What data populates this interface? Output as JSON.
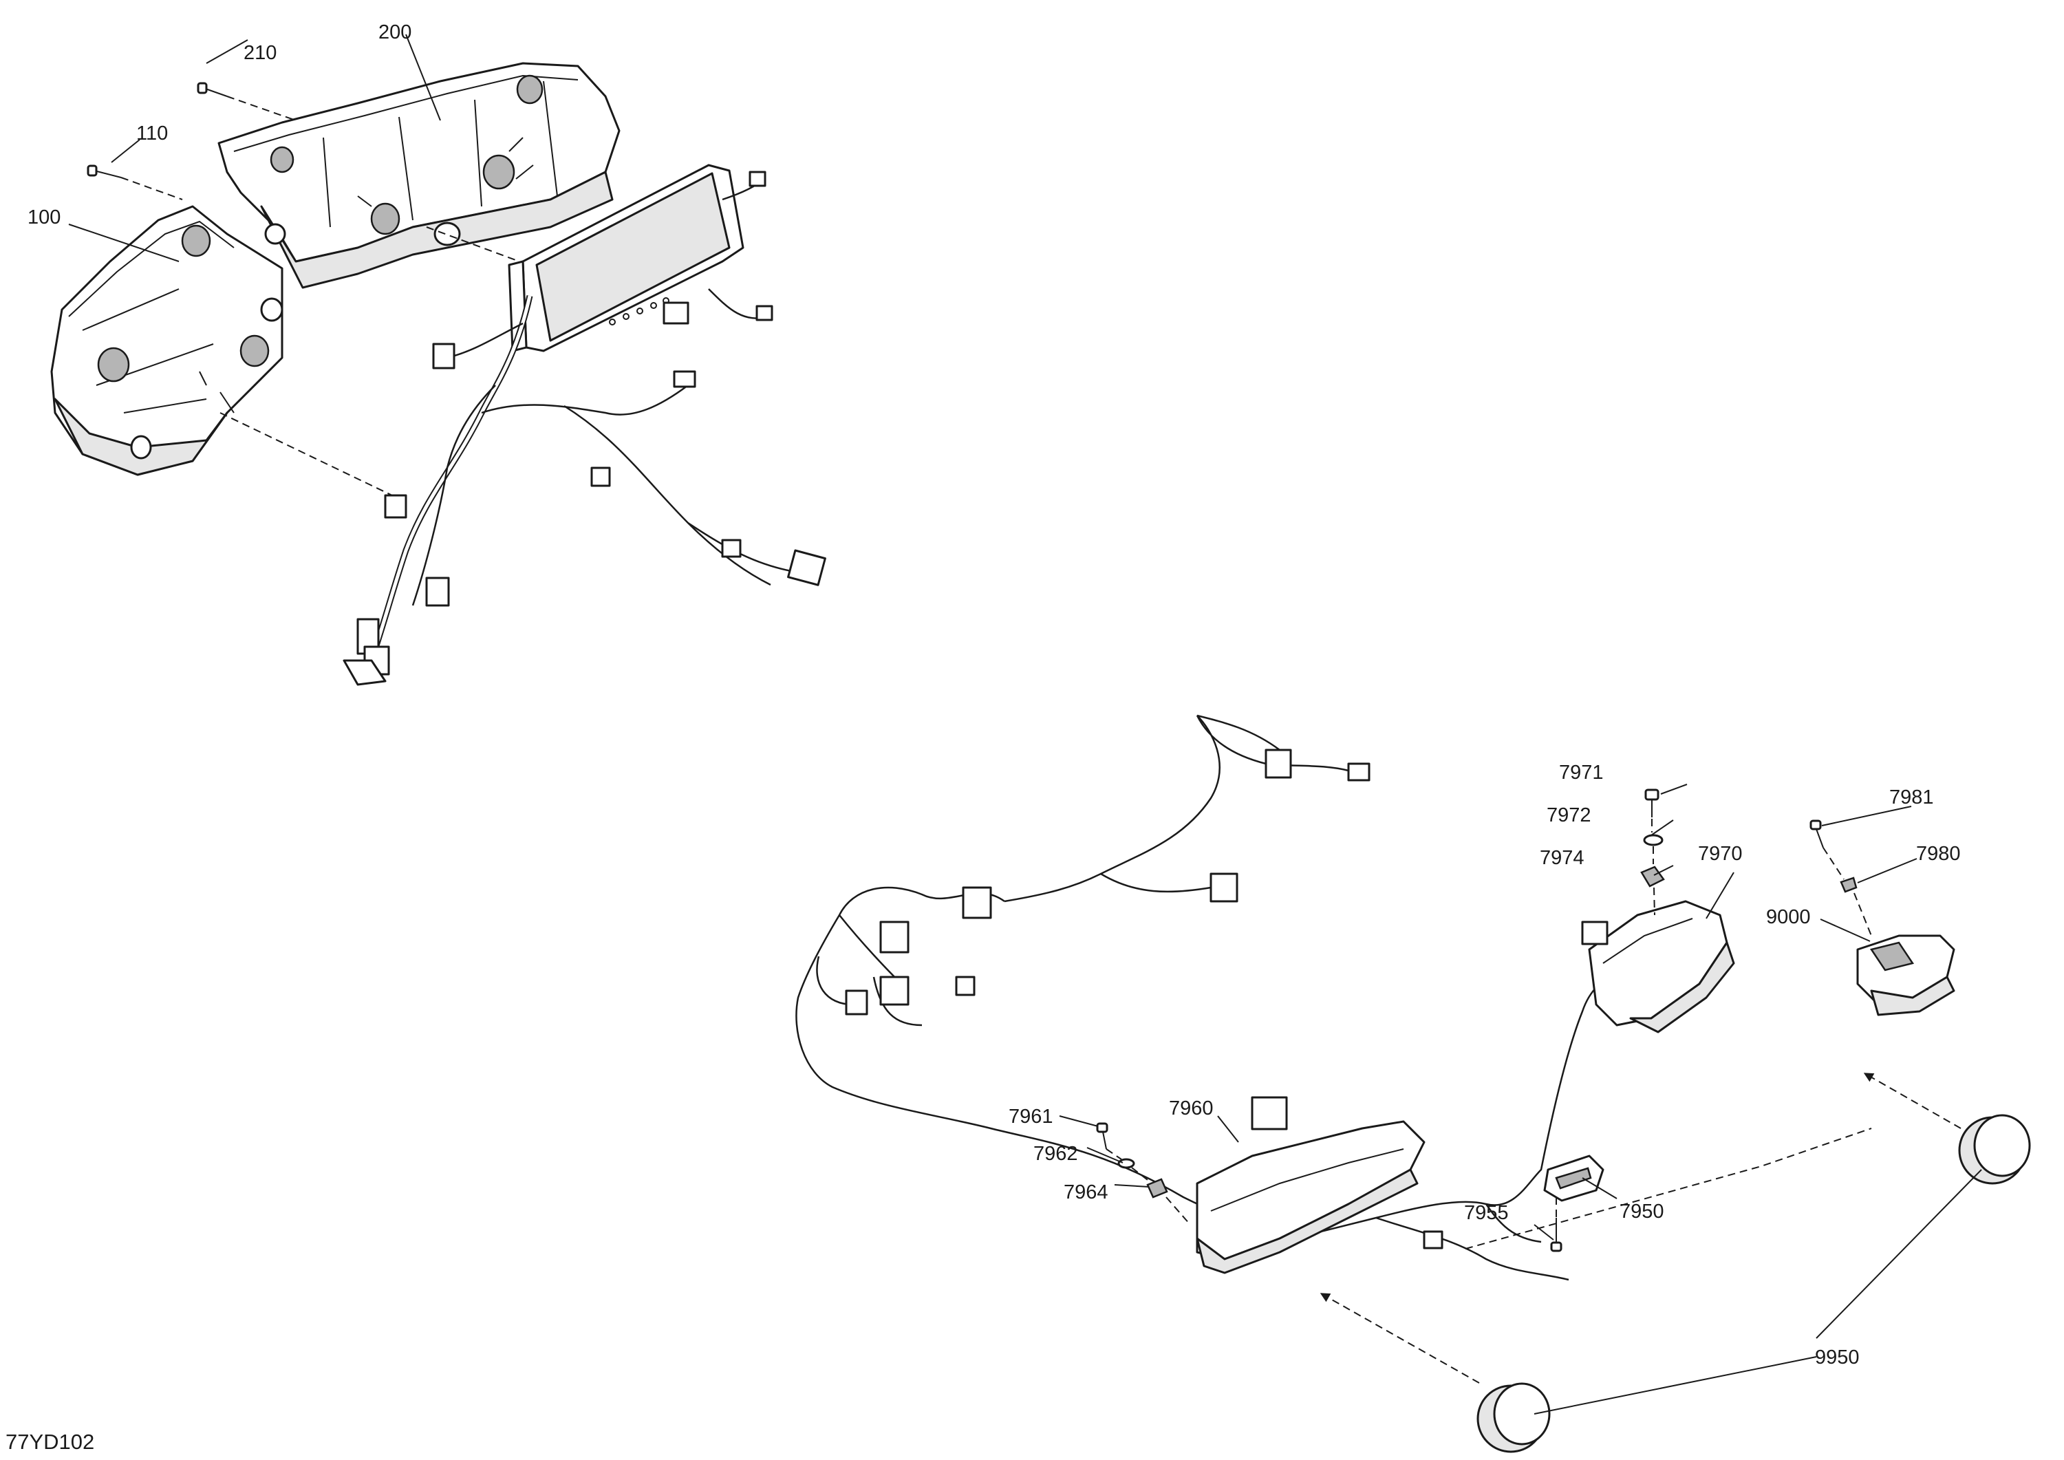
{
  "drawing_code": "77YD102",
  "callouts": {
    "c100": "100",
    "c110": "110",
    "c200": "200",
    "c210": "210",
    "c7950": "7950",
    "c7955": "7955",
    "c7960": "7960",
    "c7961": "7961",
    "c7962": "7962",
    "c7964": "7964",
    "c7970": "7970",
    "c7971": "7971",
    "c7972": "7972",
    "c7974": "7974",
    "c7980": "7980",
    "c7981": "7981",
    "c9000": "9000",
    "c9950": "9950"
  }
}
